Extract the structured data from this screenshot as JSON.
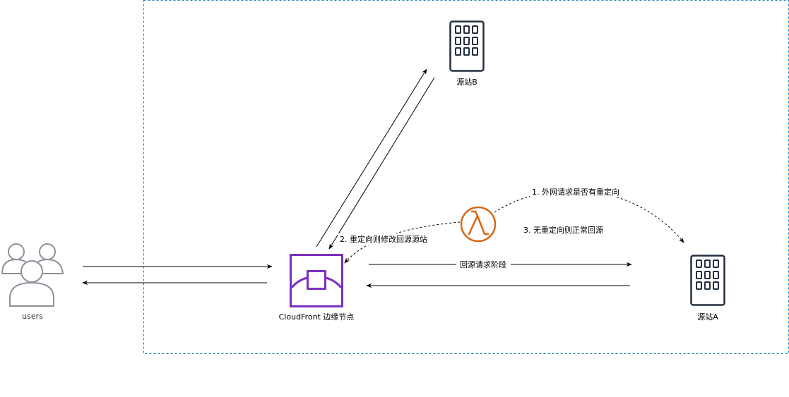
{
  "nodes": {
    "users": {
      "label": "users",
      "icon": "users-icon"
    },
    "cloudfront": {
      "label": "CloudFront 边缘节点",
      "icon": "cloudfront-edge-icon",
      "color": "#7B2FBE"
    },
    "origin_b": {
      "label": "源站B",
      "icon": "building-icon"
    },
    "origin_a": {
      "label": "源站A",
      "icon": "building-icon"
    },
    "lambda": {
      "icon": "lambda-icon",
      "color": "#D86613"
    }
  },
  "edges": {
    "step1": "1. 外网请求是否有重定向",
    "step2": "2. 重定向则修改回源源站",
    "step3": "3. 无重定向则正常回源",
    "origin_fetch": "回源请求阶段"
  },
  "colors": {
    "boundary": "#147EBA",
    "building": "#232F3E",
    "users": "#8C9299"
  }
}
